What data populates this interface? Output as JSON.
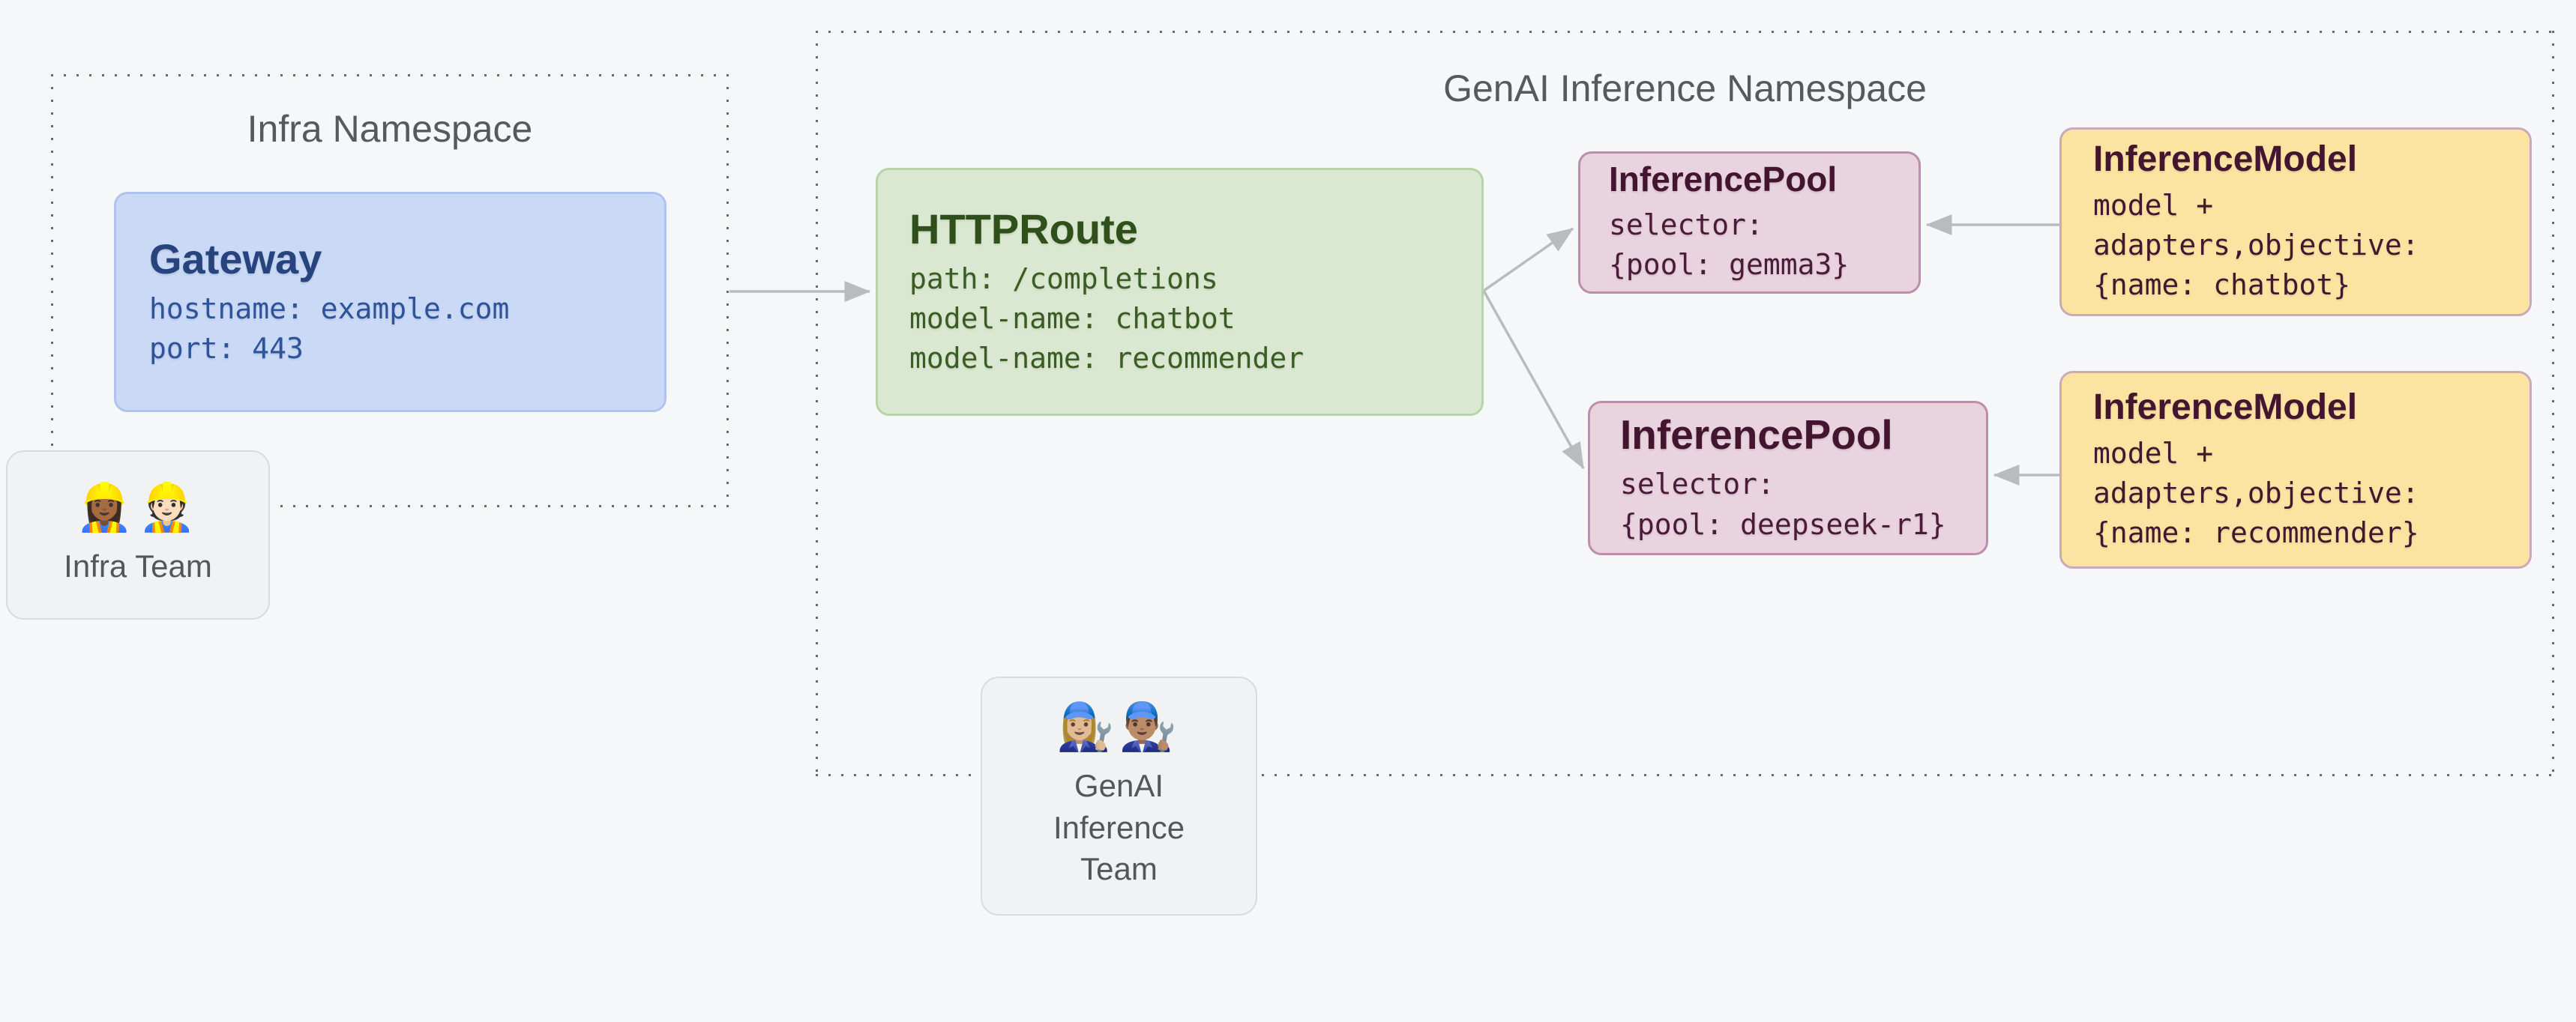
{
  "colors": {
    "page_bg": "#f6f7f9",
    "namespace_dots": "#6a6a6a",
    "gateway_fill": "#c9d9f6",
    "gateway_text": "#27447f",
    "httproute_fill": "#dbe8d1",
    "httproute_text": "#2f4f1b",
    "pool_fill": "#e8d3df",
    "pool_text": "#44152f",
    "model_fill": "#fbe4a2",
    "model_text": "#44152f",
    "team_fill": "#f1f2f3",
    "arrow": "#b9bbbe"
  },
  "infra": {
    "title": "Infra Namespace",
    "gateway": {
      "title": "Gateway",
      "lines": [
        "hostname: example.com",
        "port: 443"
      ]
    }
  },
  "infra_team": {
    "emojis": [
      "👷🏾‍♀️",
      "👷🏻"
    ],
    "emoji_names": [
      "woman-construction-worker-icon",
      "man-construction-worker-icon"
    ],
    "label": "Infra Team"
  },
  "genai": {
    "title": "GenAI Inference Namespace",
    "httproute": {
      "title": "HTTPRoute",
      "lines": [
        "path: /completions",
        "model-name: chatbot",
        "model-name: recommender"
      ]
    },
    "pools": [
      {
        "title": "InferencePool",
        "lines": [
          "selector:",
          "{pool: gemma3}"
        ]
      },
      {
        "title": "InferencePool",
        "lines": [
          "selector:",
          "{pool: deepseek-r1}"
        ]
      }
    ],
    "models": [
      {
        "title": "InferenceModel",
        "lines": [
          "model +",
          "adapters,objective:",
          "{name: chatbot}"
        ]
      },
      {
        "title": "InferenceModel",
        "lines": [
          "model +",
          "adapters,objective:",
          "{name: recommender}"
        ]
      }
    ]
  },
  "genai_team": {
    "emojis": [
      "👩🏼‍🔧",
      "👨🏽‍🔧"
    ],
    "emoji_names": [
      "woman-mechanic-icon",
      "man-mechanic-icon"
    ],
    "label": "GenAI\nInference\nTeam"
  }
}
